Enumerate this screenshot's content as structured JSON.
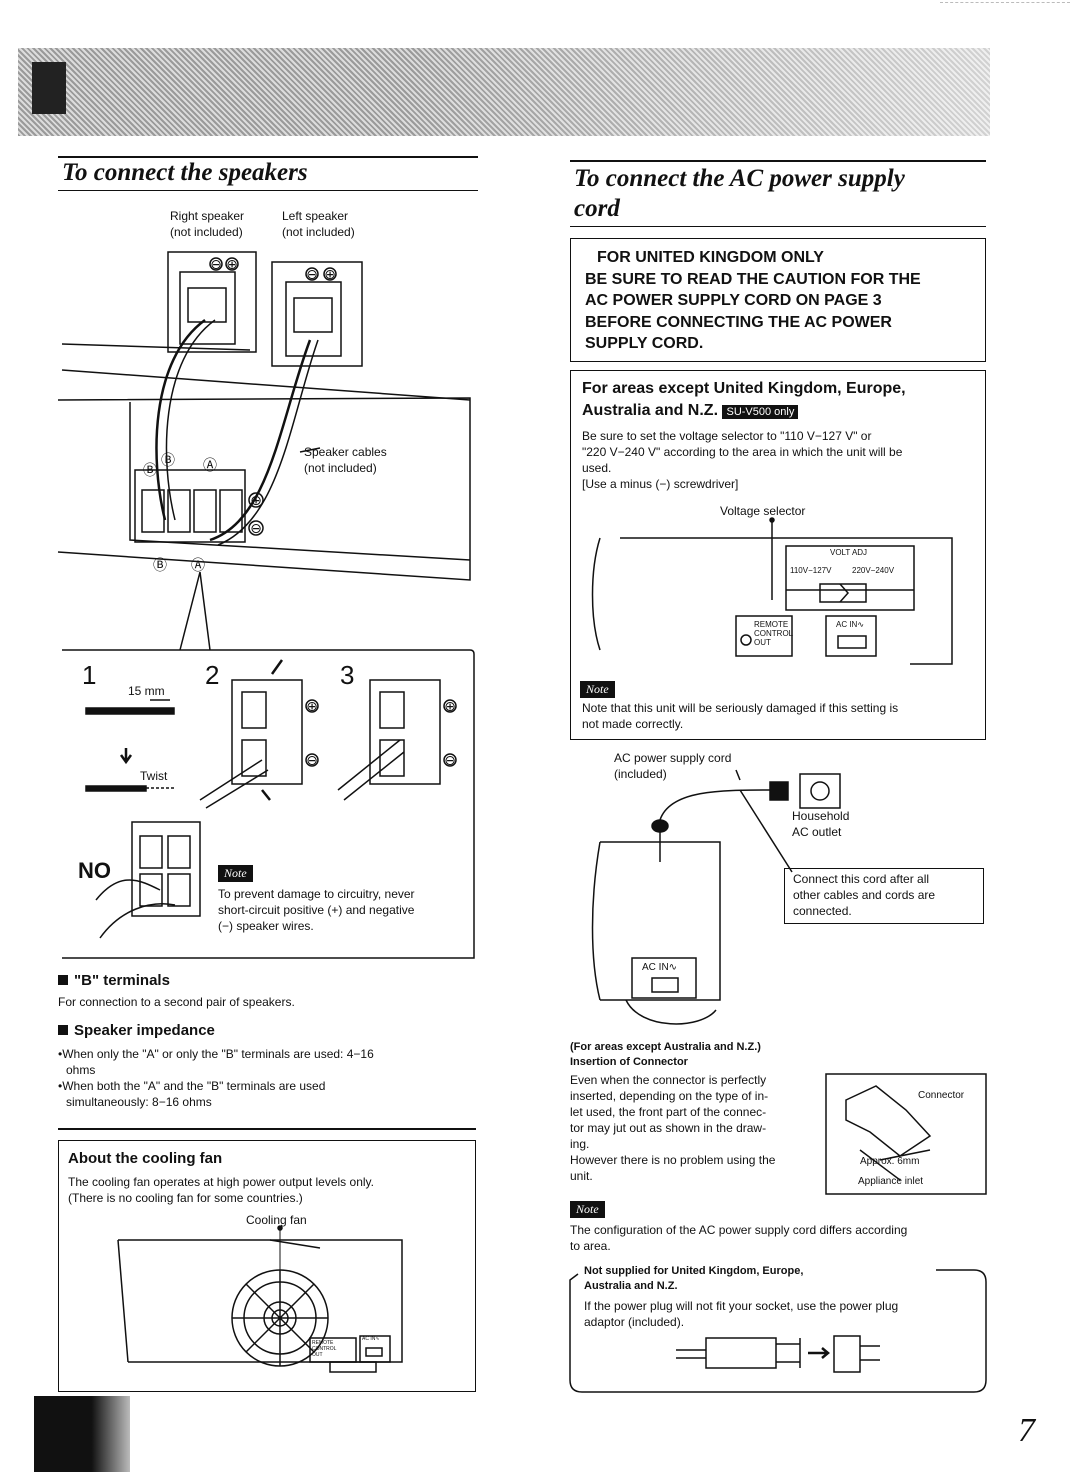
{
  "page_number": "7",
  "left": {
    "title": "To connect the speakers",
    "right_speaker": [
      "Right speaker",
      "(not included)"
    ],
    "left_speaker": [
      "Left speaker",
      "(not included)"
    ],
    "speaker_cables": [
      "Speaker cables",
      "(not included)"
    ],
    "steps": [
      "1",
      "2",
      "3"
    ],
    "strip_length": "15 mm",
    "twist": "Twist",
    "no_label": "NO",
    "note_badge": "Note",
    "note_text": [
      "To prevent damage to circuitry, never",
      "short-circuit positive (+) and negative",
      "(−) speaker wires."
    ],
    "b_terminals_heading": "\"B\" terminals",
    "b_terminals_text": "For connection to a second pair of speakers.",
    "impedance_heading": "Speaker impedance",
    "impedance_items": [
      [
        "•When only the \"A\" or only the \"B\" terminals are used: 4−16",
        "ohms"
      ],
      [
        "•When both the \"A\" and the \"B\" terminals are used",
        "simultaneously: 8−16 ohms"
      ]
    ],
    "cooling_heading": "About the cooling fan",
    "cooling_text": [
      "The cooling fan operates at high power output levels only.",
      "(There is no cooling fan for some countries.)"
    ],
    "cooling_fan_label": "Cooling fan",
    "panel_labels": {
      "remote": "REMOTE",
      "control": "CONTROL",
      "out": "OUT",
      "acin": "AC IN∿"
    }
  },
  "right": {
    "title": [
      "To connect the AC power supply",
      "cord"
    ],
    "uk_box": [
      "FOR UNITED KINGDOM ONLY",
      "BE SURE TO READ THE CAUTION FOR THE",
      "AC POWER SUPPLY CORD ON PAGE 3",
      "BEFORE CONNECTING THE AC POWER",
      "SUPPLY CORD."
    ],
    "areas_heading": [
      "For areas except United Kingdom, Europe,",
      "Australia and N.Z."
    ],
    "model_badge": "SU-V500 only",
    "voltage_text": [
      "Be sure to set the voltage selector to \"110 V−127 V\" or",
      "\"220 V−240 V\" according to the area in which the unit will be",
      "used.",
      "[Use a minus (−) screwdriver]"
    ],
    "voltage_selector_label": "Voltage selector",
    "volt_adj": "VOLT ADJ",
    "volt_ranges": [
      "110V−127V",
      "220V−240V"
    ],
    "note_badge": "Note",
    "note_text": [
      "Note that this unit will be seriously damaged if this setting is",
      "not made correctly."
    ],
    "ac_cord_label": [
      "AC power supply cord",
      "(included)"
    ],
    "household_label": [
      "Household",
      "AC outlet"
    ],
    "connect_box": [
      "Connect this cord after all",
      "other cables and cords are",
      "connected."
    ],
    "acin_label": "AC IN∿",
    "insertion_heading": [
      "(For areas except Australia and N.Z.)",
      "Insertion of Connector"
    ],
    "insertion_text": [
      "Even when the connector is perfectly",
      "inserted, depending on the type of in-",
      "let used, the front part of the connec-",
      "tor may jut out as shown in the draw-",
      "ing.",
      "However there is no problem using the",
      "unit."
    ],
    "connector_labels": {
      "connector": "Connector",
      "approx": "Approx. 6mm",
      "inlet": "Appliance inlet"
    },
    "note2_badge": "Note",
    "note2_text": [
      "The configuration of the AC power supply cord differs according",
      "to area."
    ],
    "adaptor_heading": [
      "Not supplied for United Kingdom, Europe,",
      "Australia and N.Z."
    ],
    "adaptor_text": [
      "If the power plug will not fit your socket, use the power plug",
      "adaptor (included)."
    ]
  }
}
